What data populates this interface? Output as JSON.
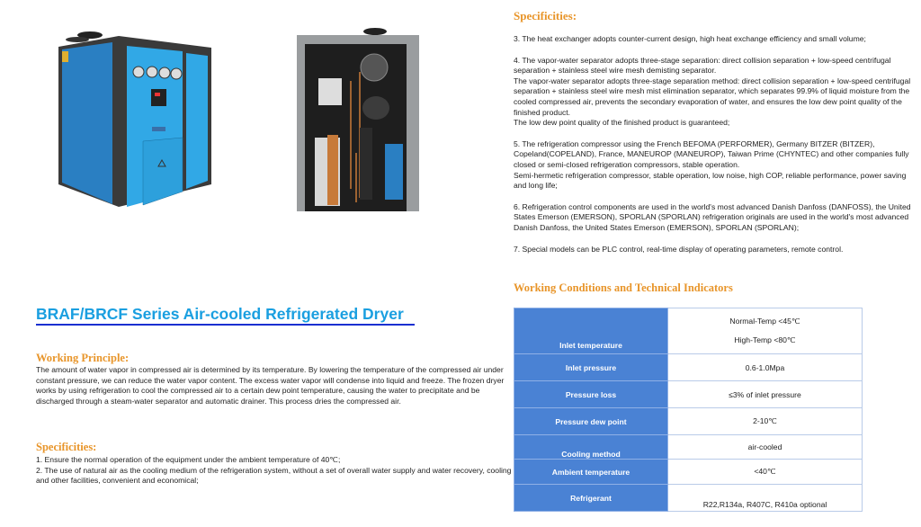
{
  "left": {
    "title": "BRAF/BRCF Series Air-cooled Refrigerated Dryer",
    "working_principle": {
      "heading": "Working Principle:",
      "text": "The amount of water vapor in compressed air is determined by its temperature. By lowering the temperature of the compressed air under constant pressure, we can reduce the water vapor content. The excess water vapor will condense into liquid and freeze. The frozen dryer works by using refrigeration to cool the compressed air to a certain dew point temperature, causing the water to precipitate and be discharged through a steam-water separator and automatic drainer. This process dries the compressed air."
    },
    "specificities": {
      "heading": "Specificities:",
      "items": [
        "1. Ensure the normal operation of the equipment under the ambient temperature of 40℃;",
        "2. The use of natural air as the cooling medium of the refrigeration system, without a set of overall water supply and water recovery, cooling and other facilities, convenient and economical;"
      ]
    }
  },
  "right": {
    "specificities": {
      "heading": "Specificities:",
      "items": [
        "3. The heat exchanger adopts counter-current design, high heat exchange efficiency and small volume;",
        "4. The vapor-water separator adopts three-stage separation: direct collision separation + low-speed centrifugal separation + stainless steel wire mesh demisting separator.\nThe vapor-water separator adopts three-stage separation method: direct collision separation + low-speed centrifugal separation + stainless steel wire mesh mist elimination separator, which separates 99.9% of liquid moisture from the cooled compressed air, prevents the secondary evaporation of water, and ensures the low dew point quality of the finished product.\nThe low dew point quality of the finished product is guaranteed;",
        "5. The refrigeration compressor using the French BEFOMA (PERFORMER), Germany BITZER (BITZER), Copeland(COPELAND), France, MANEUROP (MANEUROP), Taiwan Prime (CHYNTEC) and other companies fully closed or semi-closed refrigeration compressors, stable operation.\nSemi-hermetic refrigeration compressor, stable operation, low noise, high COP, reliable performance, power saving and long life;",
        "6. Refrigeration control components are used in the world's most advanced Danish Danfoss (DANFOSS), the United States Emerson (EMERSON), SPORLAN (SPORLAN) refrigeration originals are used in the world's most advanced Danish Danfoss, the United States Emerson (EMERSON), SPORLAN (SPORLAN);",
        "7. Special models can be PLC control, real-time display of operating parameters, remote control."
      ]
    },
    "conditions": {
      "heading": "Working Conditions and Technical Indicators",
      "rows": [
        {
          "label": "Inlet temperature",
          "value": "Normal-Temp <45℃",
          "value2": "High-Temp <80℃"
        },
        {
          "label": "Inlet pressure",
          "value": "0.6-1.0Mpa"
        },
        {
          "label": "Pressure loss",
          "value": "≤3% of inlet pressure"
        },
        {
          "label": "Pressure dew point",
          "value": "2-10℃"
        },
        {
          "label": "Cooling method",
          "value": "air-cooled"
        },
        {
          "label": "Ambient temperature",
          "value": "<40℃"
        },
        {
          "label": "Refrigerant",
          "value": "R22,R134a, R407C, R410a optional"
        }
      ]
    }
  }
}
